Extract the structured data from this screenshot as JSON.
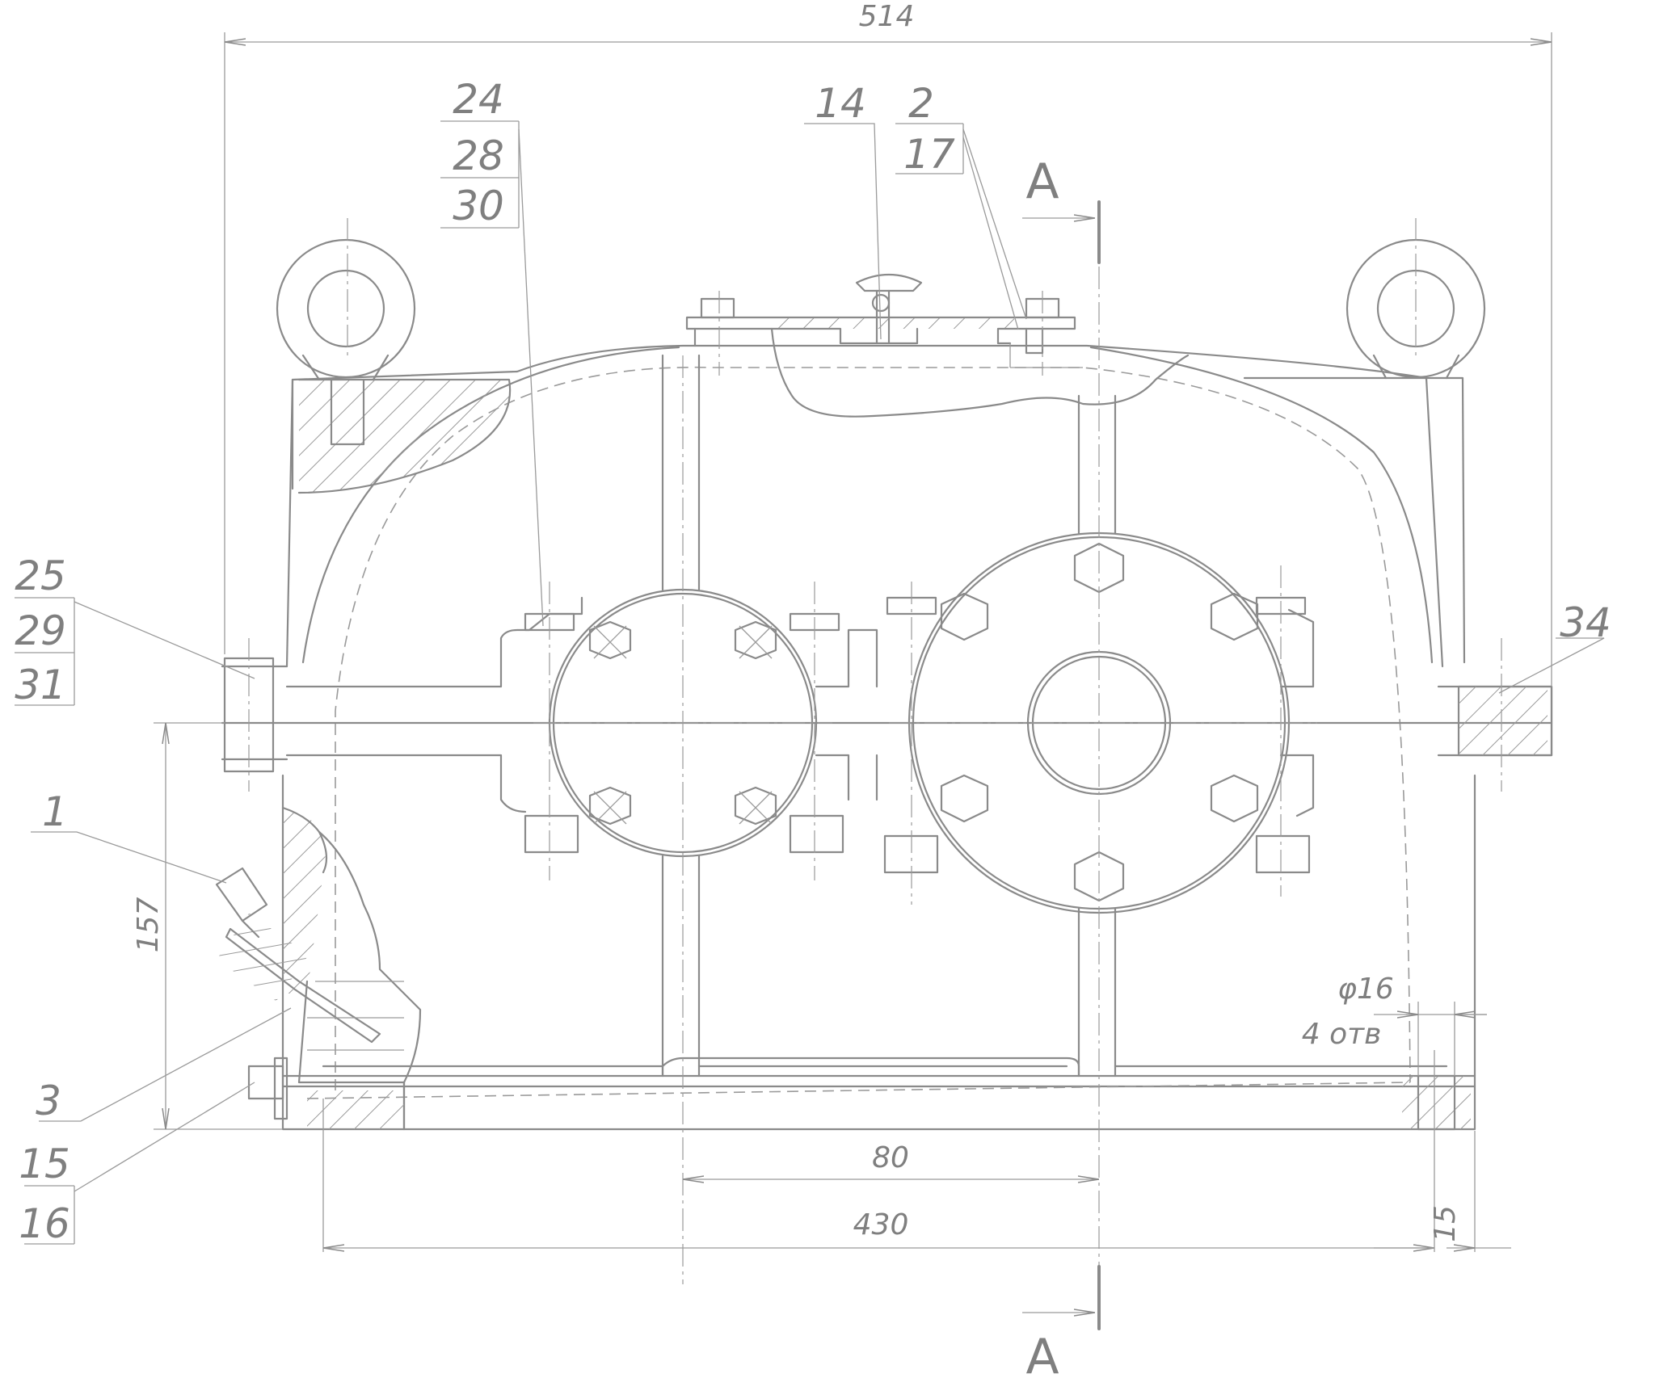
{
  "dimensions": {
    "overall_width": "514",
    "height_to_axis": "157",
    "axis_spacing": "80",
    "mount_span": "430",
    "foot_edge": "15",
    "hole_dia": "φ16",
    "hole_count": "4 отв"
  },
  "section_marks": {
    "top": "A",
    "bottom": "A"
  },
  "callouts": {
    "c24": "24",
    "c28": "28",
    "c30": "30",
    "c14": "14",
    "c2": "2",
    "c17": "17",
    "c25": "25",
    "c29": "29",
    "c31": "31",
    "c34": "34",
    "c1": "1",
    "c3": "3",
    "c15": "15",
    "c16": "16"
  }
}
